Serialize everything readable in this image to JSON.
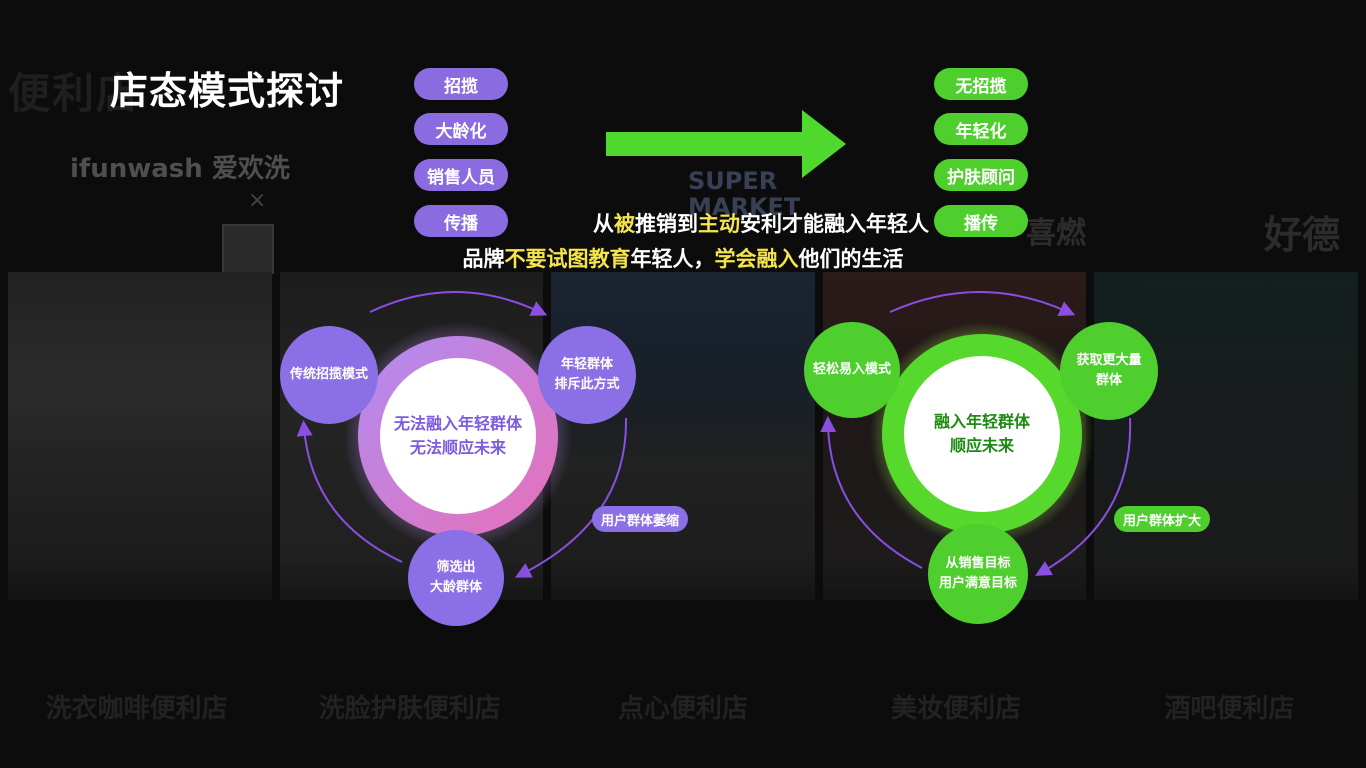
{
  "title": "店态模式探讨",
  "background": {
    "faded_title": "便利店",
    "logo_text": "ifunwash 爱欢洗",
    "cross": "×",
    "store_signs": [
      "SUPER MARKET",
      "喜燃",
      "好德"
    ],
    "categories": [
      "洗衣咖啡便利店",
      "洗脸护肤便利店",
      "点心便利店",
      "美妆便利店",
      "酒吧便利店"
    ]
  },
  "left_pills": [
    "招揽",
    "大龄化",
    "销售人员",
    "传播"
  ],
  "right_pills": [
    "无招揽",
    "年轻化",
    "护肤顾问",
    "播传"
  ],
  "statement": {
    "line1": [
      {
        "t": "从",
        "hl": false
      },
      {
        "t": "被",
        "hl": true
      },
      {
        "t": "推销到",
        "hl": false
      },
      {
        "t": "主动",
        "hl": true
      },
      {
        "t": "安利才能融入年轻人",
        "hl": false
      }
    ],
    "line2": [
      {
        "t": "品牌",
        "hl": false
      },
      {
        "t": "不要试图教育",
        "hl": true
      },
      {
        "t": "年轻人，",
        "hl": false
      },
      {
        "t": "学会融入",
        "hl": true
      },
      {
        "t": "他们的生活",
        "hl": false
      }
    ]
  },
  "left_cycle": {
    "center": [
      "无法融入年轻群体",
      "无法顺应未来"
    ],
    "node_top_left": [
      "传统招揽模式"
    ],
    "node_top_right": [
      "年轻群体",
      "排斥此方式"
    ],
    "node_bottom": [
      "筛选出",
      "大龄群体"
    ],
    "tag": "用户群体萎缩"
  },
  "right_cycle": {
    "center": [
      "融入年轻群体",
      "顺应未来"
    ],
    "node_top_left": [
      "轻松易入模式"
    ],
    "node_top_right": [
      "获取更大量",
      "群体"
    ],
    "node_bottom": [
      "从销售目标",
      "用户满意目标"
    ],
    "tag": "用户群体扩大"
  },
  "colors": {
    "purple": "#8a6fe6",
    "green": "#4fcf2e",
    "highlight": "#f5e54a",
    "center_text_purple": "#7b5ce0",
    "center_text_green": "#1d8a12"
  }
}
